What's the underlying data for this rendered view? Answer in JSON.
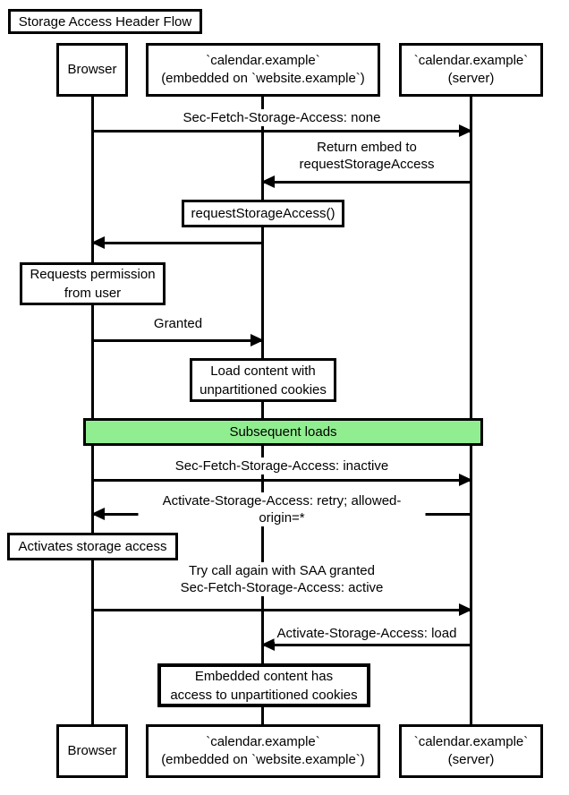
{
  "diagram": {
    "type": "sequence-diagram",
    "title": "Storage Access Header Flow",
    "colors": {
      "background": "#ffffff",
      "line": "#000000",
      "text": "#000000",
      "divider_fill": "#90ee90"
    },
    "participants": [
      {
        "id": "browser",
        "label": "Browser"
      },
      {
        "id": "embed",
        "label": "`calendar.example`\n(embedded on `website.example`)"
      },
      {
        "id": "server",
        "label": "`calendar.example`\n(server)"
      }
    ],
    "messages": [
      {
        "from": "browser",
        "to": "server",
        "label": "Sec-Fetch-Storage-Access: none"
      },
      {
        "from": "server",
        "to": "embed",
        "label": "Return embed to\nrequestStorageAccess"
      },
      {
        "from": "embed",
        "to": "browser",
        "label": "requestStorageAccess()"
      },
      {
        "from": "browser",
        "to": "embed",
        "label": "Granted"
      },
      {
        "from": "browser",
        "to": "server",
        "label": "Sec-Fetch-Storage-Access: inactive"
      },
      {
        "from": "server",
        "to": "browser",
        "label": "Activate-Storage-Access: retry; allowed-origin=*"
      },
      {
        "from": "browser",
        "to": "server",
        "label": "Try call again with SAA granted\nSec-Fetch-Storage-Access: active"
      },
      {
        "from": "server",
        "to": "embed",
        "label": "Activate-Storage-Access: load"
      }
    ],
    "notes": [
      {
        "over": "browser",
        "text": "Requests permission\nfrom user"
      },
      {
        "over": "embed",
        "text": "Load content with\nunpartitioned cookies"
      },
      {
        "over": "browser",
        "text": "Activates storage access"
      },
      {
        "over": "embed",
        "text": "Embedded content has\naccess to unpartitioned cookies"
      }
    ],
    "divider": {
      "label": "Subsequent loads"
    }
  }
}
